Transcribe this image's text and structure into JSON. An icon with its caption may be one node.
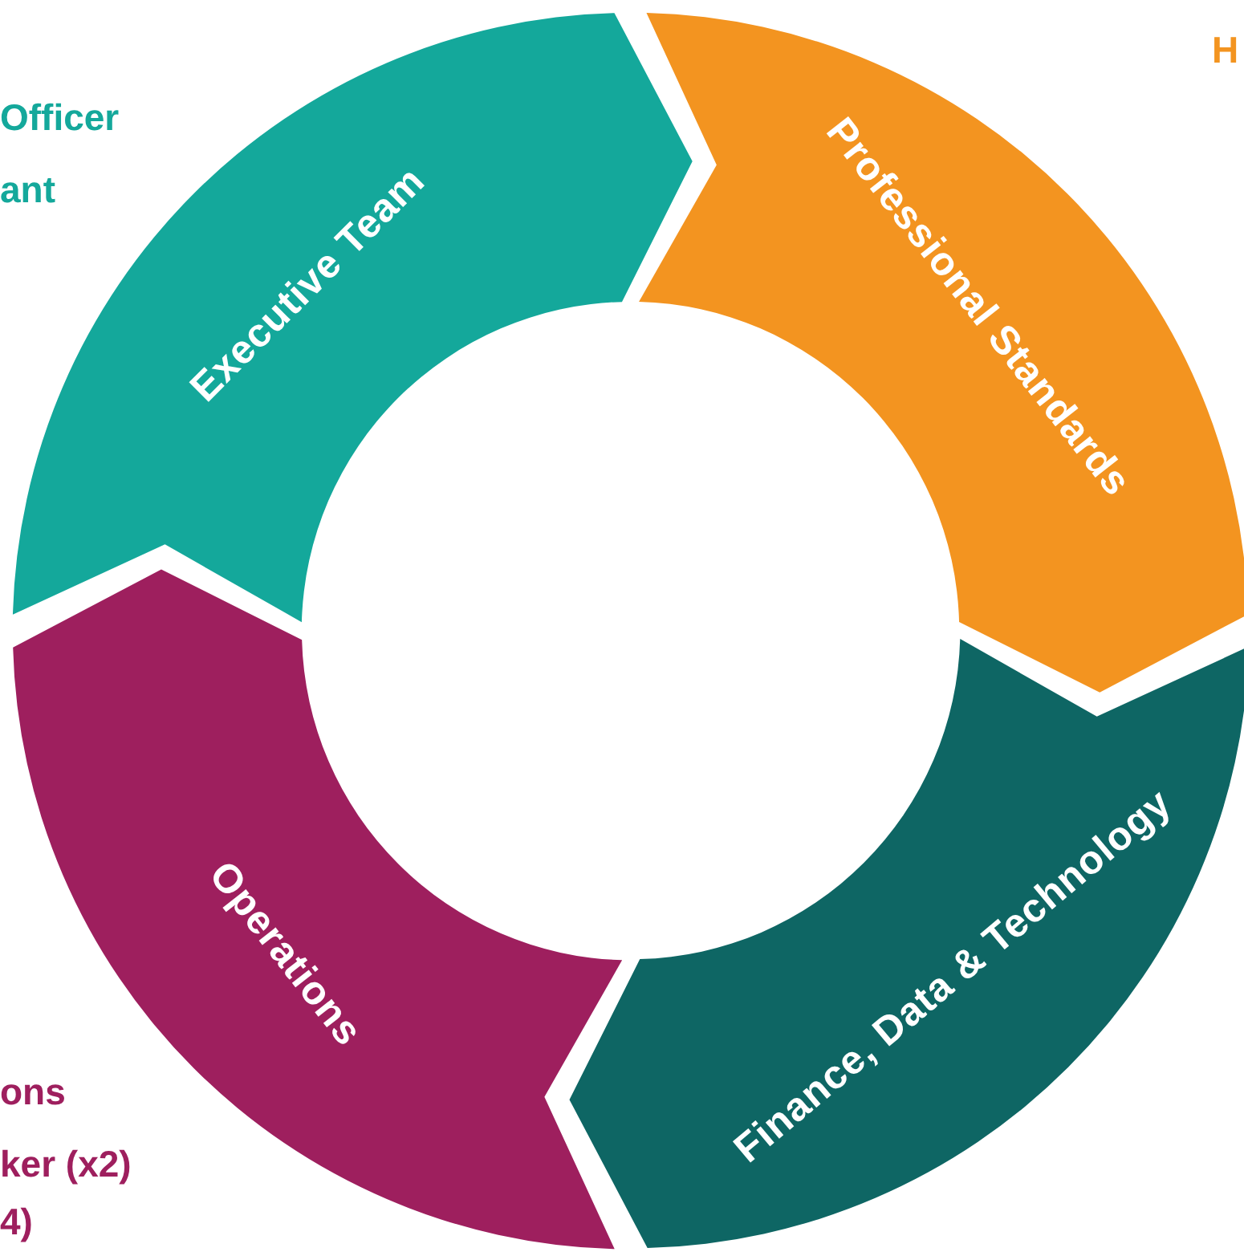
{
  "diagram": {
    "nodes": [
      {
        "text": [
          "Executive Team"
        ]
      },
      {
        "text": [
          "Professional Standards"
        ]
      },
      {
        "text": [
          "Finance, Data & Technology"
        ]
      },
      {
        "text": [
          "Operations"
        ]
      }
    ],
    "labels": [
      "Officer",
      "ant",
      "H",
      "ons",
      "ker (x2)",
      "4)"
    ]
  }
}
